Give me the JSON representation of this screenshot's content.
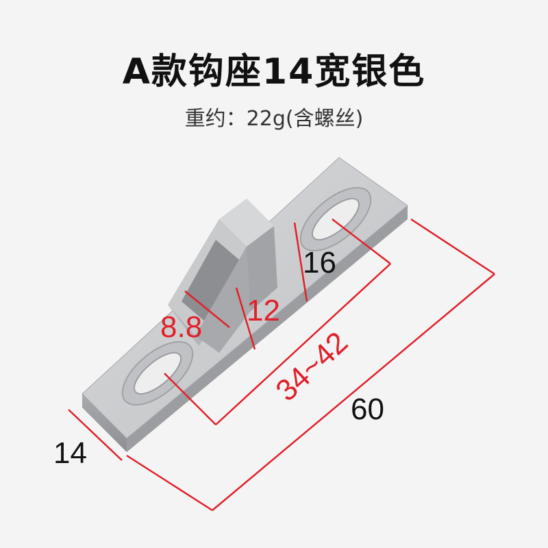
{
  "title": "A款钩座14宽银色",
  "subtitle": "重约：22g(含螺丝)",
  "dimensions": {
    "hole_width": "16",
    "opening": "8.8",
    "height": "12",
    "hole_spacing": "34~42",
    "length": "60",
    "width": "14"
  },
  "colors": {
    "background": "#f4f4f4",
    "dimension_red": "#e0202a",
    "metal": "#c8c9cb"
  }
}
